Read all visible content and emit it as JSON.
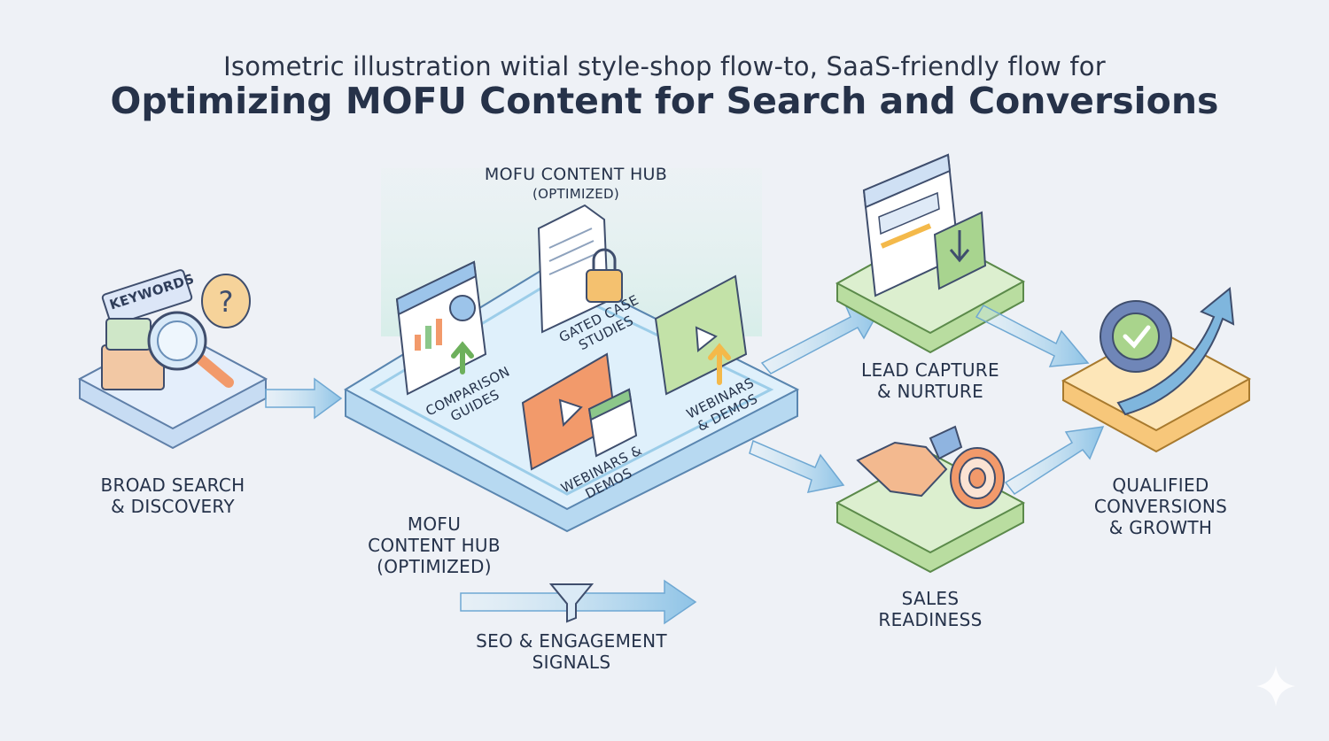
{
  "header": {
    "subtitle": "Isometric illustration witial style-shop flow-to, SaaS-friendly flow for",
    "title": "Optimizing MOFU Content for Search and Conversions"
  },
  "stages": {
    "broad_search": {
      "line1": "BROAD SEARCH",
      "line2": "& DISCOVERY",
      "keyword_tag": "KEYWORDS"
    },
    "hub_top": {
      "line1": "MOFU CONTENT HUB",
      "line2": "(OPTIMIZED)"
    },
    "hub_bottom": {
      "line1": "MOFU",
      "line2": "CONTENT HUB",
      "line3": "(OPTIMIZED)"
    },
    "lead_capture": {
      "line1": "LEAD CAPTURE",
      "line2": "& NURTURE"
    },
    "sales_readiness": {
      "line1": "SALES",
      "line2": "READINESS"
    },
    "qualified": {
      "line1": "QUALIFIED",
      "line2": "CONVERSIONS",
      "line3": "& GROWTH"
    },
    "seo_signals": {
      "line1": "SEO & ENGAGEMENT",
      "line2": "SIGNALS"
    }
  },
  "hub_items": {
    "comparison": {
      "line1": "COMPARISON",
      "line2": "GUIDES"
    },
    "gated": {
      "line1": "GATED CASE",
      "line2": "STUDIES"
    },
    "webinars_right": {
      "line1": "WEBINARS",
      "line2": "& DEMOS"
    },
    "webinars_bottom": {
      "line1": "WEBINARS &",
      "line2": "DEMOS"
    }
  },
  "colors": {
    "accent_blue": "#8ec3e6",
    "platform_blue": "#cfe6f7",
    "platform_green": "#d8edc8",
    "platform_orange": "#fbd79a",
    "icon_orange": "#f29a6b",
    "ink": "#25324a"
  }
}
